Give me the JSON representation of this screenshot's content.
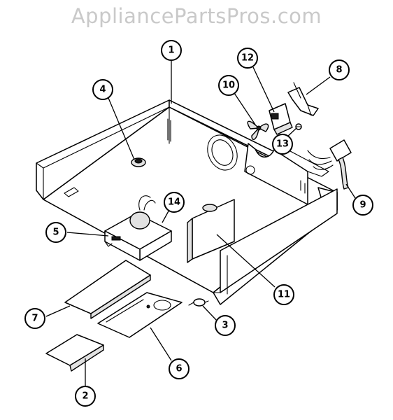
{
  "watermark": "AppliancePartsPros.com",
  "callouts": [
    {
      "label": "1"
    },
    {
      "label": "4"
    },
    {
      "label": "10"
    },
    {
      "label": "12"
    },
    {
      "label": "8"
    },
    {
      "label": "13"
    },
    {
      "label": "9"
    },
    {
      "label": "14"
    },
    {
      "label": "5"
    },
    {
      "label": "11"
    },
    {
      "label": "7"
    },
    {
      "label": "3"
    },
    {
      "label": "6"
    },
    {
      "label": "2"
    }
  ]
}
